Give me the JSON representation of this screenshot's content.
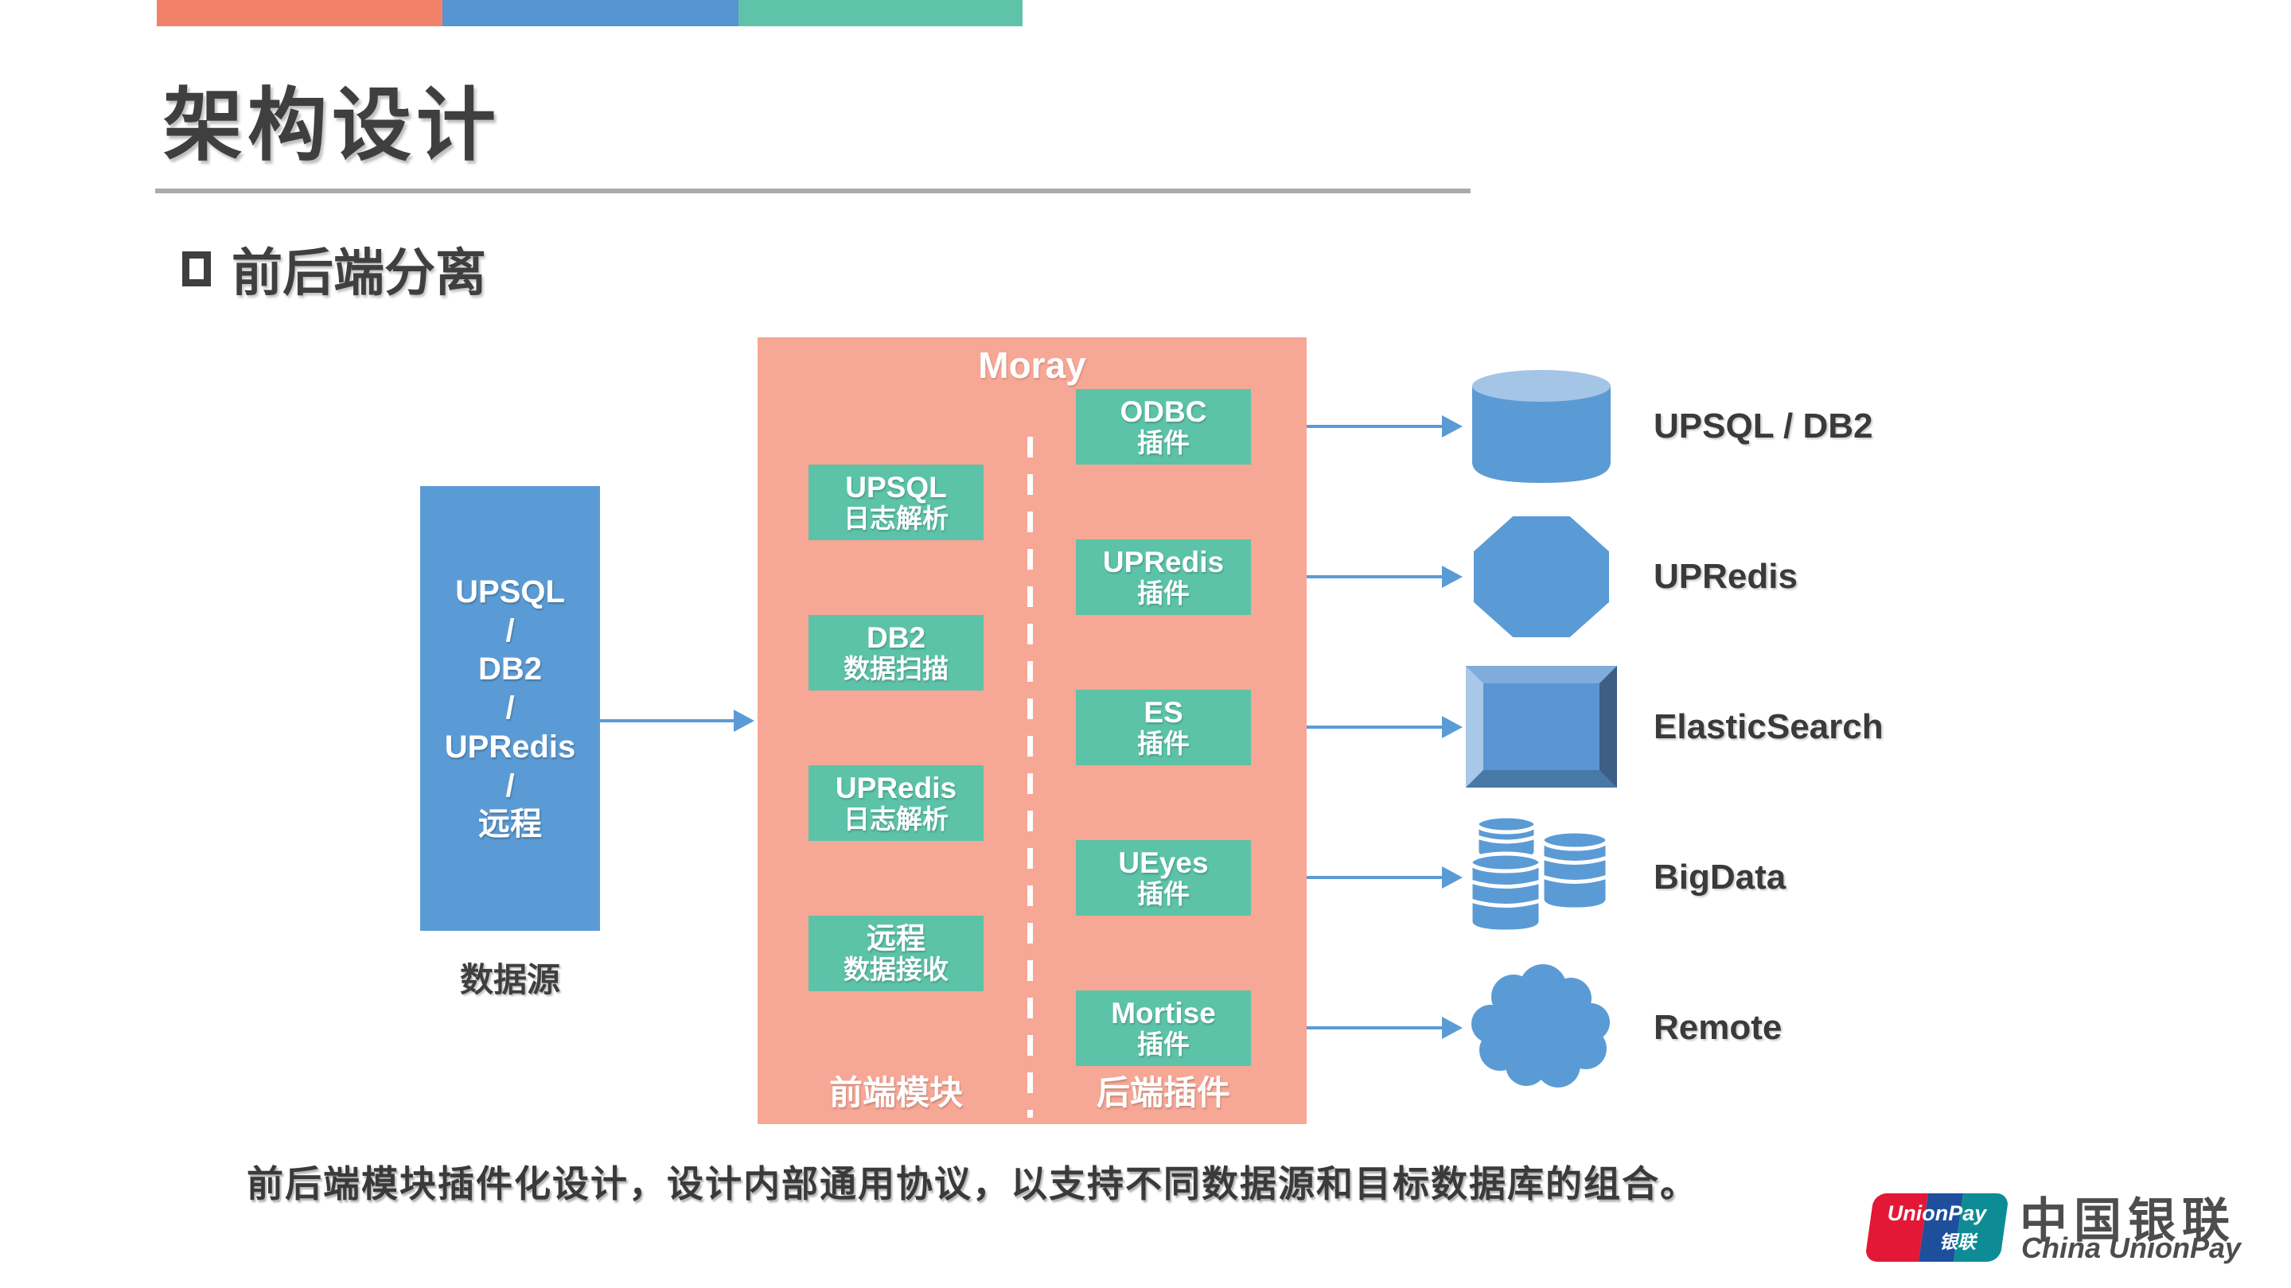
{
  "slide": {
    "title": "架构设计",
    "section_bullet_label": "前后端分离",
    "footer": "前后端模块插件化设计，设计内部通用协议，以支持不同数据源和目标数据库的组合。"
  },
  "colors": {
    "accent_salmon": "#F2816A",
    "accent_blue": "#5794D2",
    "accent_teal": "#5EC3A8",
    "moray_fill": "#F7A795",
    "module_fill": "#5CC3A8",
    "shape_blue": "#5B9BD5",
    "text_dark": "#3F3F3F"
  },
  "diagram": {
    "source": {
      "lines": [
        "UPSQL",
        "/",
        "DB2",
        "/",
        "UPRedis",
        "/",
        "远程"
      ],
      "caption": "数据源"
    },
    "moray": {
      "title": "Moray",
      "frontend": {
        "label": "前端模块",
        "modules": [
          {
            "line1": "UPSQL",
            "line2": "日志解析"
          },
          {
            "line1": "DB2",
            "line2": "数据扫描"
          },
          {
            "line1": "UPRedis",
            "line2": "日志解析"
          },
          {
            "line1": "远程",
            "line2": "数据接收"
          }
        ]
      },
      "backend": {
        "label": "后端插件",
        "plugins": [
          {
            "line1": "ODBC",
            "line2": "插件"
          },
          {
            "line1": "UPRedis",
            "line2": "插件"
          },
          {
            "line1": "ES",
            "line2": "插件"
          },
          {
            "line1": "UEyes",
            "line2": "插件"
          },
          {
            "line1": "Mortise",
            "line2": "插件"
          }
        ]
      }
    },
    "targets": [
      {
        "icon": "database-cylinder-icon",
        "label": "UPSQL / DB2"
      },
      {
        "icon": "octagon-icon",
        "label": "UPRedis"
      },
      {
        "icon": "bevel-square-icon",
        "label": "ElasticSearch"
      },
      {
        "icon": "database-stack-icon",
        "label": "BigData"
      },
      {
        "icon": "cloud-icon",
        "label": "Remote"
      }
    ]
  },
  "logo": {
    "card_brand": "UnionPay",
    "card_brand_cn": "银联",
    "name_cn": "中国银联",
    "name_en": "China UnionPay"
  }
}
